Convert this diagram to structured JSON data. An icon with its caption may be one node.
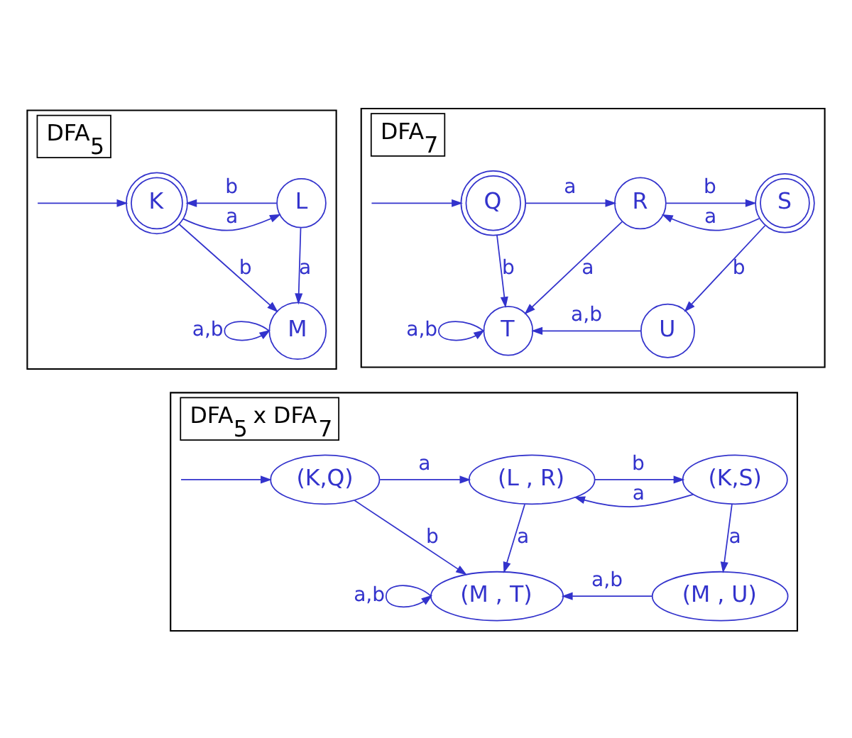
{
  "diagram": {
    "nodes": [
      {
        "text": [
          "DFA$_{5}$"
        ]
      },
      {
        "text": [
          "K"
        ],
        "in": 0
      },
      {
        "text": [
          "L"
        ],
        "in": 0
      },
      {
        "text": [
          "M"
        ],
        "in": 0
      },
      {
        "text": [
          "DFA$_{7}$"
        ]
      },
      {
        "text": [
          "Q"
        ],
        "in": 4
      },
      {
        "text": [
          "R"
        ],
        "in": 4
      },
      {
        "text": [
          "S"
        ],
        "in": 4
      },
      {
        "text": [
          "T"
        ],
        "in": 4
      },
      {
        "text": [
          "U"
        ],
        "in": 4
      },
      {
        "text": [
          "DFA$_{5}$ x DFA$_{7}$"
        ]
      },
      {
        "text": [
          "(K,Q)"
        ],
        "in": 10
      },
      {
        "text": [
          "(L , R)"
        ],
        "in": 10
      },
      {
        "text": [
          "(K,S)"
        ],
        "in": 10
      },
      {
        "text": [
          "(M , T)"
        ],
        "in": 10
      },
      {
        "text": [
          "(M , U)"
        ],
        "in": 10
      }
    ],
    "edges": [
      {
        "from": null,
        "to": 1,
        "arrow": "to"
      },
      {
        "from": 1,
        "to": 2,
        "label": "a",
        "arrow": "to"
      },
      {
        "from": 2,
        "to": 1,
        "label": "b",
        "arrow": "to"
      },
      {
        "from": 1,
        "to": 3,
        "label": "b",
        "arrow": "to"
      },
      {
        "from": 2,
        "to": 3,
        "label": "a",
        "arrow": "to"
      },
      {
        "from": 3,
        "to": 3,
        "label": "a,b",
        "arrow": "to"
      },
      {
        "from": null,
        "to": 5,
        "arrow": "to"
      },
      {
        "from": 5,
        "to": 6,
        "label": "a",
        "arrow": "to"
      },
      {
        "from": 6,
        "to": 7,
        "label": "b",
        "arrow": "to"
      },
      {
        "from": 7,
        "to": 6,
        "label": "a",
        "arrow": "to"
      },
      {
        "from": 6,
        "to": 8,
        "label": "a",
        "arrow": "to"
      },
      {
        "from": 5,
        "to": 8,
        "label": "b",
        "arrow": "to"
      },
      {
        "from": 7,
        "to": 9,
        "label": "b",
        "arrow": "to"
      },
      {
        "from": 9,
        "to": 8,
        "label": "a,b",
        "arrow": "to"
      },
      {
        "from": 8,
        "to": 8,
        "label": "a,b",
        "arrow": "to"
      },
      {
        "from": null,
        "to": 11,
        "arrow": "to"
      },
      {
        "from": 11,
        "to": 12,
        "label": "a",
        "arrow": "to"
      },
      {
        "from": 12,
        "to": 13,
        "label": "b",
        "arrow": "to"
      },
      {
        "from": 13,
        "to": 12,
        "label": "a",
        "arrow": "to"
      },
      {
        "from": 12,
        "to": 14,
        "label": "a",
        "arrow": "to"
      },
      {
        "from": 11,
        "to": 14,
        "label": "b",
        "arrow": "to"
      },
      {
        "from": 13,
        "to": 15,
        "label": "a",
        "arrow": "to"
      },
      {
        "from": 15,
        "to": 14,
        "label": "a,b",
        "arrow": "to"
      },
      {
        "from": 14,
        "to": 14,
        "label": "a,b",
        "arrow": "to"
      }
    ]
  }
}
